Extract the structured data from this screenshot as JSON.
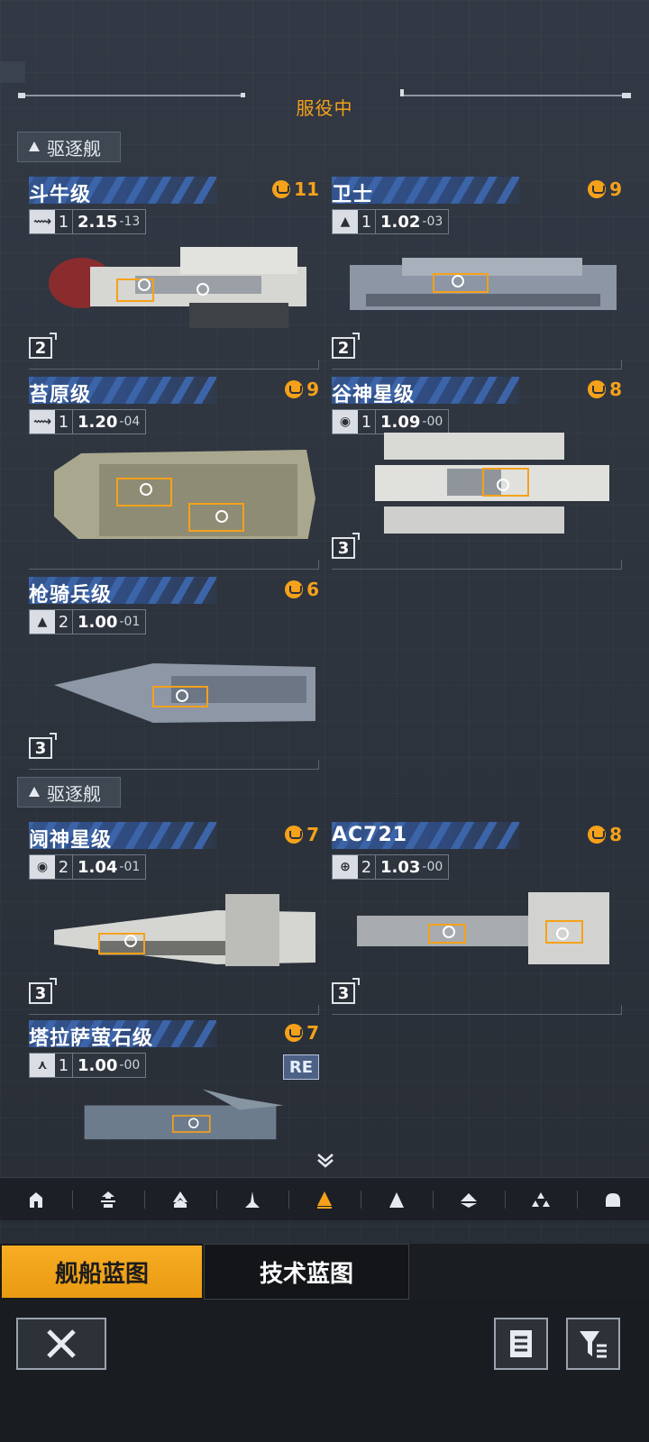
{
  "header": {
    "title": "服役中"
  },
  "sections": [
    {
      "label": "驱逐舰"
    },
    {
      "label": "驱逐舰"
    }
  ],
  "ships": [
    {
      "name": "斗牛级",
      "cost": "11",
      "icon": "fighter-icon",
      "tier": "1",
      "version": "2.15",
      "sub": "-13",
      "count": "2"
    },
    {
      "name": "卫士",
      "cost": "9",
      "icon": "frigate-icon",
      "tier": "1",
      "version": "1.02",
      "sub": "-03",
      "count": "2"
    },
    {
      "name": "苔原级",
      "cost": "9",
      "icon": "fighter-icon",
      "tier": "1",
      "version": "1.20",
      "sub": "-04",
      "count": ""
    },
    {
      "name": "谷神星级",
      "cost": "8",
      "icon": "radar-icon",
      "tier": "1",
      "version": "1.09",
      "sub": "-00",
      "count": "3"
    },
    {
      "name": "枪骑兵级",
      "cost": "6",
      "icon": "frigate-icon",
      "tier": "2",
      "version": "1.00",
      "sub": "-01",
      "count": "3"
    },
    {
      "name": "阋神星级",
      "cost": "7",
      "icon": "radar-icon",
      "tier": "2",
      "version": "1.04",
      "sub": "-01",
      "count": "3"
    },
    {
      "name": "AC721",
      "cost": "8",
      "icon": "globe-icon",
      "tier": "2",
      "version": "1.03",
      "sub": "-00",
      "count": "3"
    },
    {
      "name": "塔拉萨萤石级",
      "cost": "7",
      "icon": "aircraft-icon",
      "tier": "1",
      "version": "1.00",
      "sub": "-00",
      "count": "",
      "badge": "RE"
    }
  ],
  "tabs": {
    "ship_blueprint": "舰船蓝图",
    "tech_blueprint": "技术蓝图"
  },
  "colors": {
    "accent": "#f5a11a",
    "namebar": "#33548e"
  },
  "icons": [
    "home-icon",
    "upgrade-icon",
    "chevron-ship-icon",
    "frigate-icon",
    "destroyer-icon",
    "cruiser-icon",
    "battlecruiser-icon",
    "carrier-icon",
    "dome-icon"
  ]
}
